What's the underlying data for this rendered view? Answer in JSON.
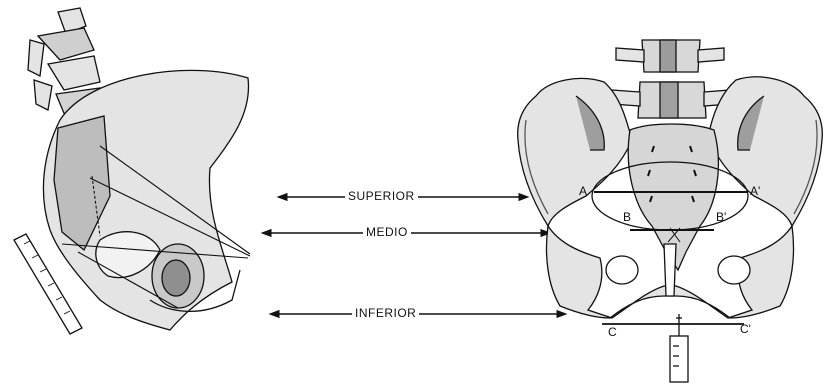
{
  "labels": {
    "superior": "SUPERIOR",
    "medio": "MEDIO",
    "inferior": "INFERIOR"
  },
  "points": {
    "a": "A",
    "a_prime": "A'",
    "b": "B",
    "b_prime": "B'",
    "c": "C",
    "c_prime": "C'"
  },
  "colors": {
    "ink": "#111111",
    "bone": "#e2e2e2",
    "bone_shade": "#9a9a9a",
    "background": "#ffffff"
  }
}
